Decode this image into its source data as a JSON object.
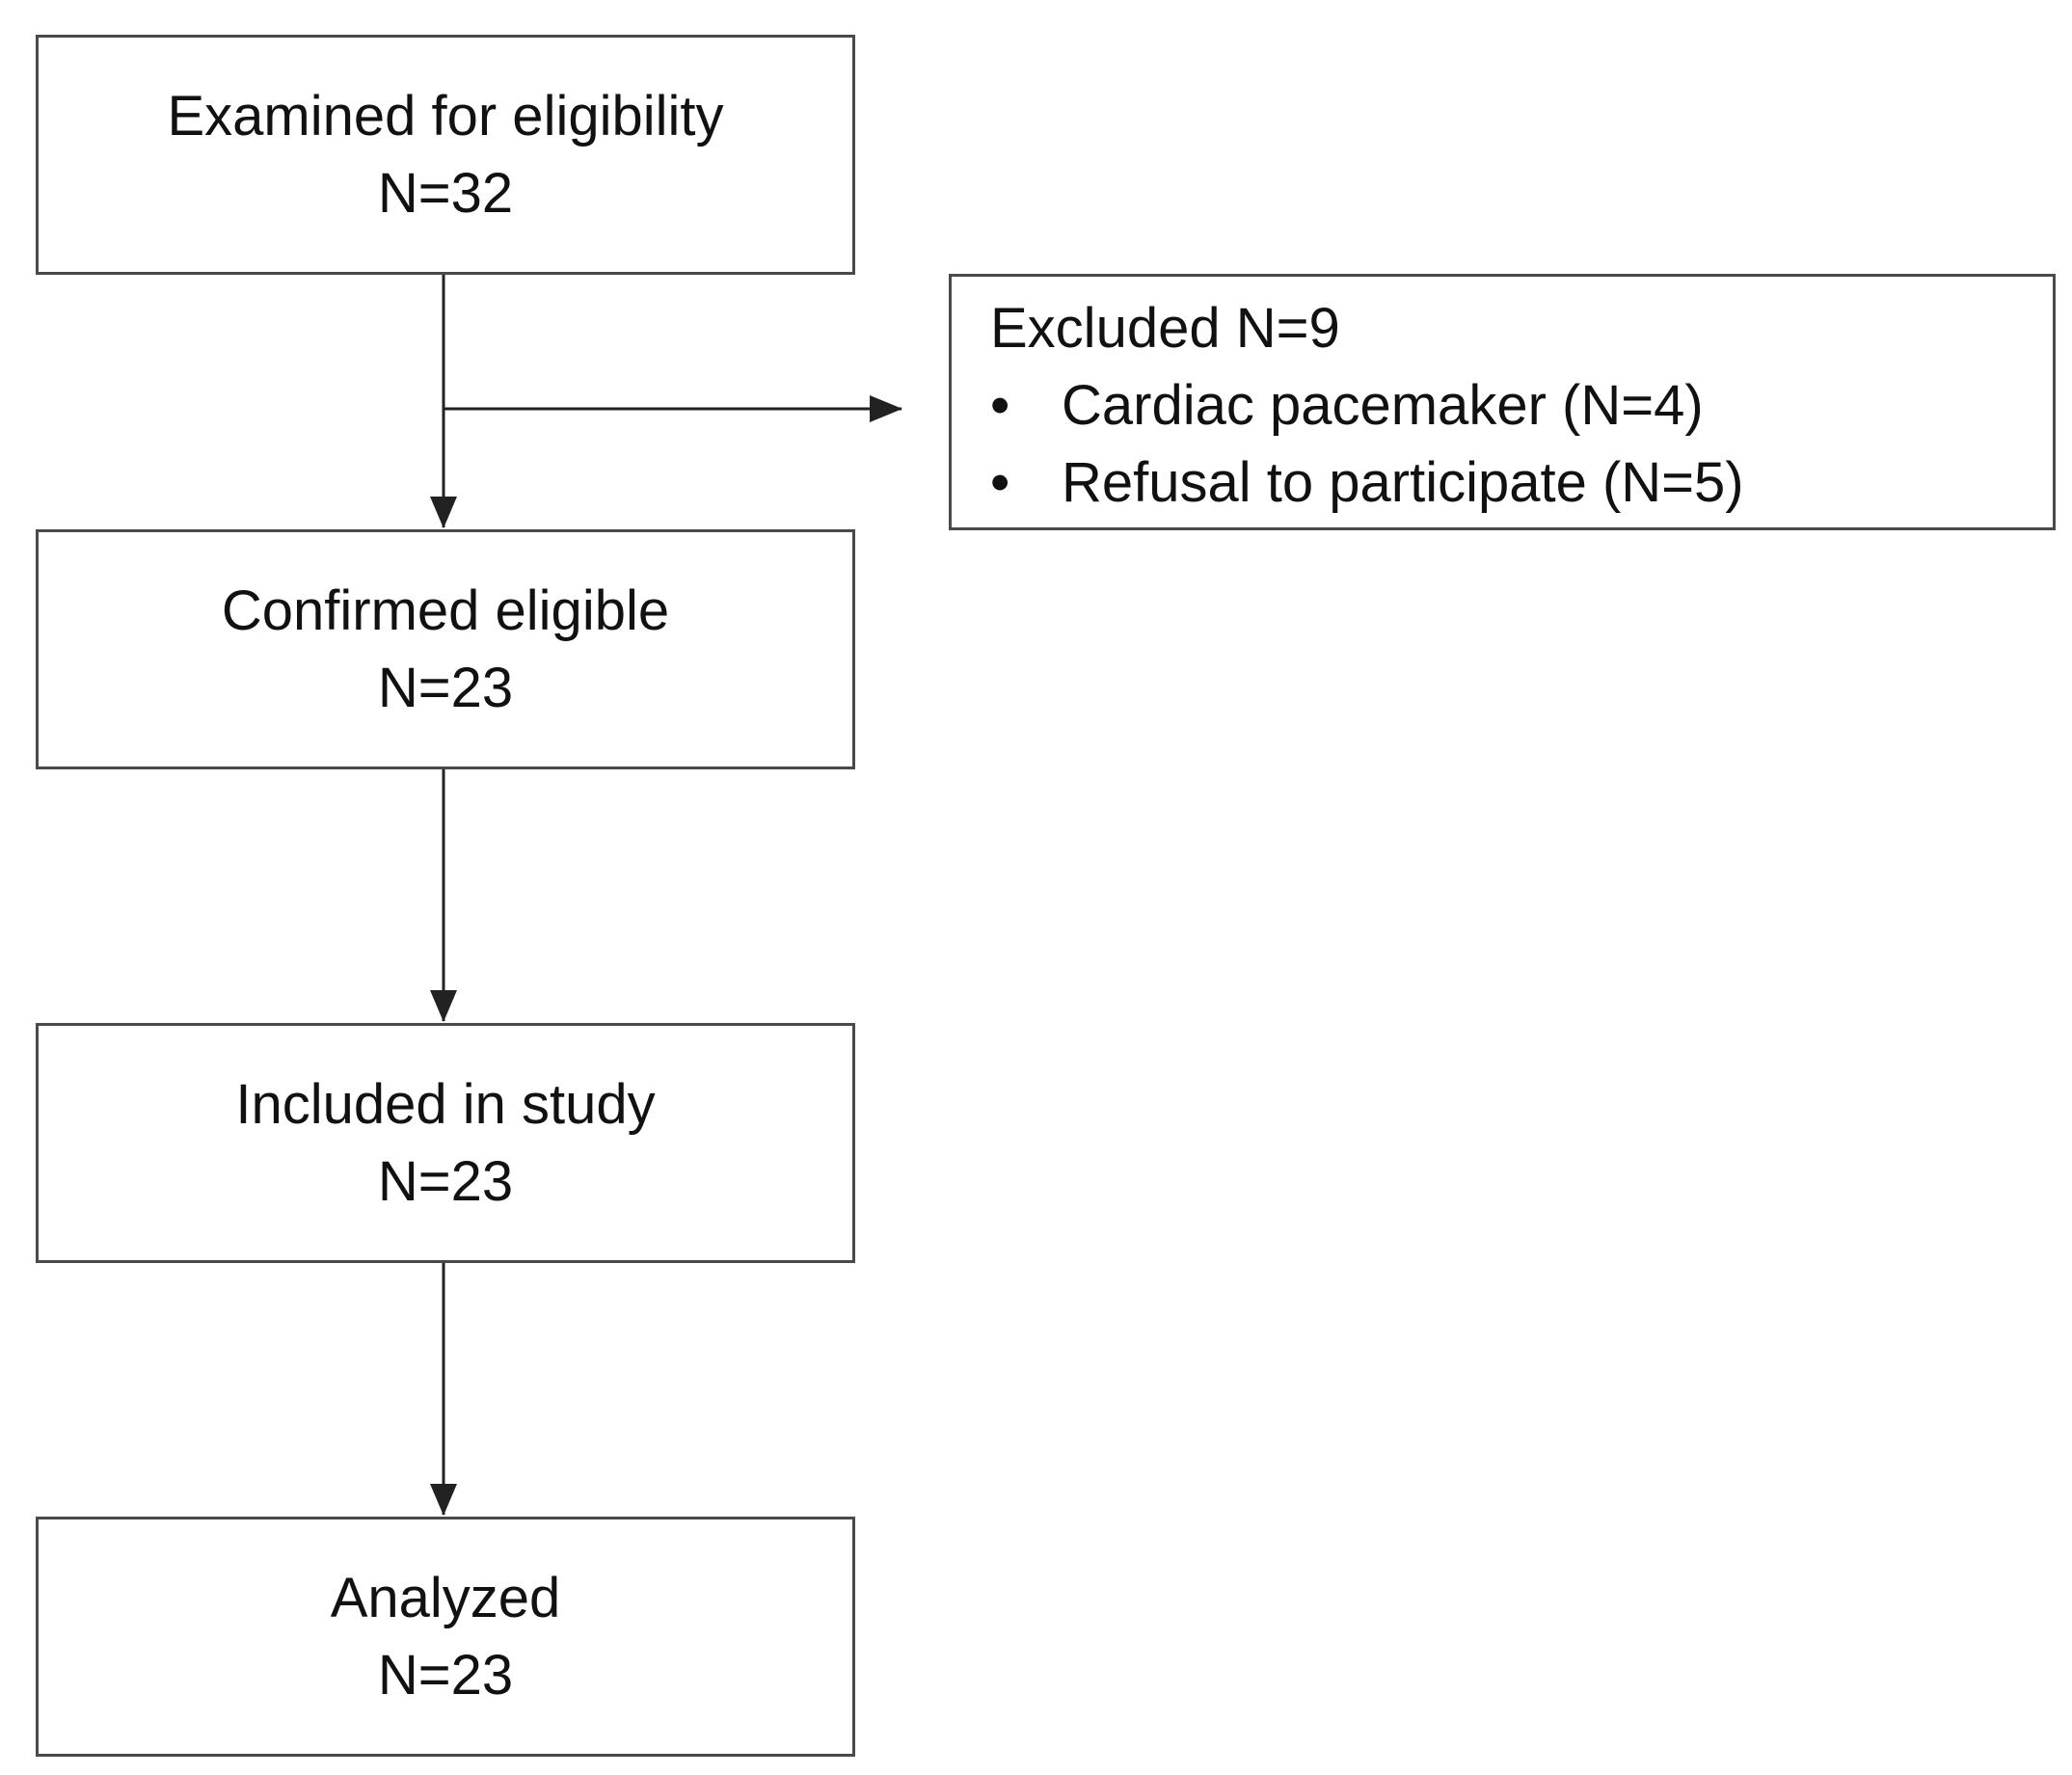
{
  "nodes": {
    "examined": {
      "label": "Examined for eligibility",
      "count": "N=32"
    },
    "excluded": {
      "title": "Excluded N=9",
      "bullet": "•",
      "reasons": [
        "Cardiac pacemaker (N=4)",
        "Refusal to participate (N=5)"
      ]
    },
    "confirmed": {
      "label": "Confirmed eligible",
      "count": "N=23"
    },
    "included": {
      "label": "Included in study",
      "count": "N=23"
    },
    "analyzed": {
      "label": "Analyzed",
      "count": "N=23"
    }
  },
  "edges": [
    {
      "from": "examined",
      "to": "confirmed"
    },
    {
      "from": "examined",
      "to": "excluded"
    },
    {
      "from": "confirmed",
      "to": "included"
    },
    {
      "from": "included",
      "to": "analyzed"
    }
  ],
  "colors": {
    "border": "#4a4a4a",
    "line": "#222222",
    "text": "#111111"
  }
}
